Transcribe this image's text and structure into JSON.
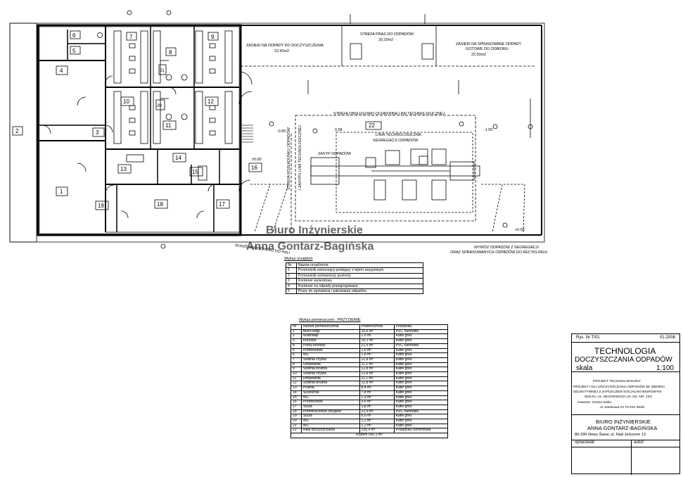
{
  "plan": {
    "room_numbers": [
      "1",
      "2",
      "3",
      "4",
      "5",
      "6",
      "7",
      "8",
      "9",
      "10",
      "11",
      "12",
      "13",
      "14",
      "15",
      "16",
      "17",
      "18",
      "19",
      "20",
      "21",
      "22"
    ],
    "zone_storage_process": "ZASIEKI NA ODPADY DO DOCZYSZCZENIA",
    "zone_storage_process_area": "22,92m2",
    "zone_press": "STREFA PRAS DO ODPADÓW",
    "zone_press_area": "20,10m2",
    "zone_sorted": "ZASIEKI NA SPRASOWANE ODPADY",
    "zone_sorted_line2": "GOTOWE DO ODBIORU",
    "zone_sorted_area": "22,50m2",
    "service_zone": "STREFA OBSŁUGOWO-OCHRONNA LINII TECHNOLOGICZNEJ",
    "line_title": "LINIA TECHNOLOGICZNA",
    "line_title_2": "SEGREGACJI ODPADÓW",
    "dump_label": "ZASYP ODPADÓW",
    "vertical_zone": "STREFA ROZŁADUNKU ODPADÓW",
    "vertical_zone_2": "I ZASYPU LINII TECHNOLOGICZNEJ",
    "entry_label": "WJAZD SAMOCHODU DO HALI",
    "exit_label": "WYWÓZ ODPADÓW Z SEGREGACJI",
    "exit_label_2": "ORAZ SPRASOWANYCH ODPADÓW DO RECYKLINGU",
    "watermark_1": "Biuro Inżynierskie",
    "watermark_2": "Anna Gontarz-Bagińska",
    "level_marks": [
      "0.58",
      "-0.65",
      "±0.00",
      "-1.55",
      "+0.00"
    ]
  },
  "legend": {
    "title": "Wykaz urządzeń",
    "header": [
      "Nr",
      "Nazwa urządzenia"
    ],
    "rows": [
      [
        "1",
        "Przenośnik wznoszący-podający z lejem zasypowym"
      ],
      [
        "2",
        "Przenośnik sortowniczy poziomy"
      ],
      [
        "3",
        "Kontener wywrotowy"
      ],
      [
        "4",
        "Kontener na odpady posegregowane"
      ],
      [
        "5",
        "Prasy do zgniatania i pakowania odpadów"
      ]
    ]
  },
  "rooms": {
    "title": "Wykaz pomieszczeń : PRZYZIEMIE",
    "header": [
      "Nr",
      "Nazwa pomieszczenia",
      "Powierzchnia",
      "Posadzka"
    ],
    "rows": [
      [
        "1",
        "Biuro wagi",
        "16,6 m²",
        "PVC rulonowe"
      ],
      [
        "2",
        "Wiatrołap",
        "2,6 m²",
        "Kafle gres"
      ],
      [
        "3",
        "Korytarz",
        "16,1 m²",
        "Kafle gres"
      ],
      [
        "4",
        "Pokój biurowy",
        "21,5 m²",
        "PVC rulonowe"
      ],
      [
        "5",
        "Przedsionek",
        "1,6 m²",
        "Kafle gres"
      ],
      [
        "6",
        "WC",
        "1,8 m²",
        "Kafle gres"
      ],
      [
        "7",
        "Szatnia czysta",
        "12,8 m²",
        "Kafle gres"
      ],
      [
        "8",
        "Umywalnia",
        "11,1 m²",
        "Kafle gres"
      ],
      [
        "9",
        "Szatnia brudna",
        "12,8 m²",
        "Kafle gres"
      ],
      [
        "10",
        "Szatnia czysta",
        "12,8 m²",
        "Kafle gres"
      ],
      [
        "11",
        "Umywalnia",
        "11,1 m²",
        "Kafle gres"
      ],
      [
        "12",
        "Szatnia brudna",
        "12,8 m²",
        "Kafle gres"
      ],
      [
        "13",
        "Pralnia",
        "8,4 m²",
        "Kafle gres"
      ],
      [
        "14",
        "Suszarnia",
        "7,8 m²",
        "Kafle gres"
      ],
      [
        "15",
        "WC",
        "1,3 m²",
        "Kafle gres"
      ],
      [
        "16",
        "Przedsionek",
        "3,6 m²",
        "Kafle gres"
      ],
      [
        "17",
        "Śluza",
        "3,8 m²",
        "Kafle gres"
      ],
      [
        "18",
        "Pomieszczenie socjalne",
        "22,9 m²",
        "PVC rulonowe"
      ],
      [
        "19",
        "Śluza",
        "6,6 m²",
        "Kafle gres"
      ],
      [
        "20",
        "WC",
        "1,2 m²",
        "Kafle gres"
      ],
      [
        "21",
        "WC",
        "1,2 m²",
        "Kafle gres"
      ],
      [
        "22",
        "Hala doczyszczania",
        "335,9 m²",
        "Posadzka cementowa"
      ]
    ],
    "total": "Razem 530,1 m²"
  },
  "title_block": {
    "drawing_no": "Rys. Nr T/01",
    "date": "01-2008",
    "title_1": "TECHNOLOGIA",
    "title_2": "DOCZYSZCZANIA ODPADÓW",
    "scale_label": "skala",
    "scale_value": "1:100",
    "project_type": "PROJEKT TECHNOLOGICZNY",
    "project_desc_1": "PROJEKT HALI DOCZYSZCZANIA ODPADÓW ZE ZBIÓRKI",
    "project_desc_2": "SELEKTYWNEJ Z ZAPLECZEM SOCJALNO-BIUROWYM",
    "project_desc_3": "WOLIN, UL. MICKIEWICZA 20, DZ. NR. 13/1",
    "investor": "Inwestor: Gmina Wolin",
    "investor_addr": "ul. Zamkowa 23   72-510 Wolin",
    "office_1": "BIURO INŻYNIERSKIE",
    "office_2": "ANNA GONTARZ-BAGIŃSKA",
    "office_addr": "80-299 Nowy Świat, ul. Nad Jeziorem 13",
    "prepared_label": "opracował:",
    "author_label": "autor:"
  }
}
